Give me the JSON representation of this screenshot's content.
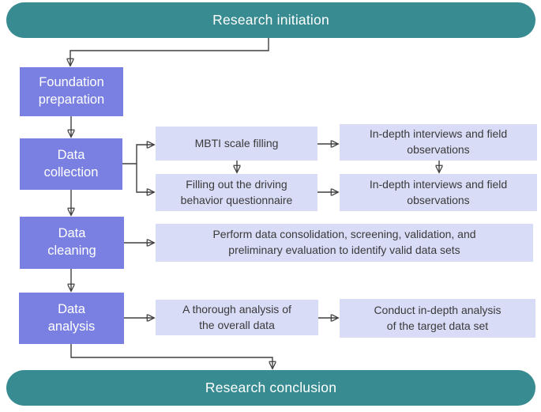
{
  "title": "Research workflow flowchart",
  "colors": {
    "teal": "#388c91",
    "purple": "#7a80e2",
    "lavender": "#d9dcf7",
    "line": "#3f3f3f"
  },
  "nodes": {
    "start": "Research initiation",
    "foundation": "Foundation\npreparation",
    "collection": "Data\ncollection",
    "cleaning": "Data\ncleaning",
    "analysis": "Data\nanalysis",
    "mbti": "MBTI scale filling",
    "questionnaire": "Filling out the driving\nbehavior questionnaire",
    "interviews_top": "In-depth interviews and field\nobservations",
    "interviews_bottom": "In-depth interviews and field\nobservations",
    "consolidation": "Perform data consolidation, screening, validation, and\npreliminary evaluation to identify valid data sets",
    "thorough": "A thorough analysis of\nthe overall data",
    "conduct": "Conduct in-depth analysis\nof the target data set",
    "end": "Research conclusion"
  }
}
